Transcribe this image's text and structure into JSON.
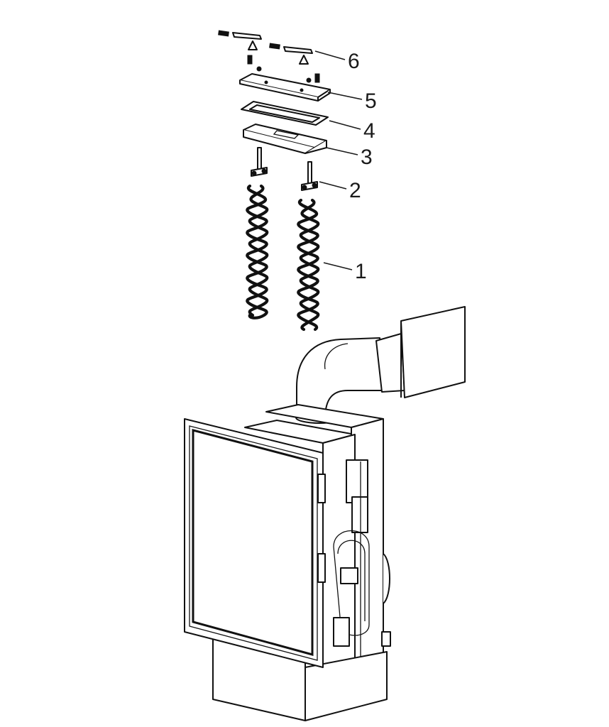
{
  "callouts": [
    {
      "number": "6",
      "part": "top-fixings"
    },
    {
      "number": "5",
      "part": "cover-plate"
    },
    {
      "number": "4",
      "part": "gasket"
    },
    {
      "number": "3",
      "part": "mounting-plate"
    },
    {
      "number": "2",
      "part": "element-clips"
    },
    {
      "number": "1",
      "part": "heating-elements"
    }
  ]
}
